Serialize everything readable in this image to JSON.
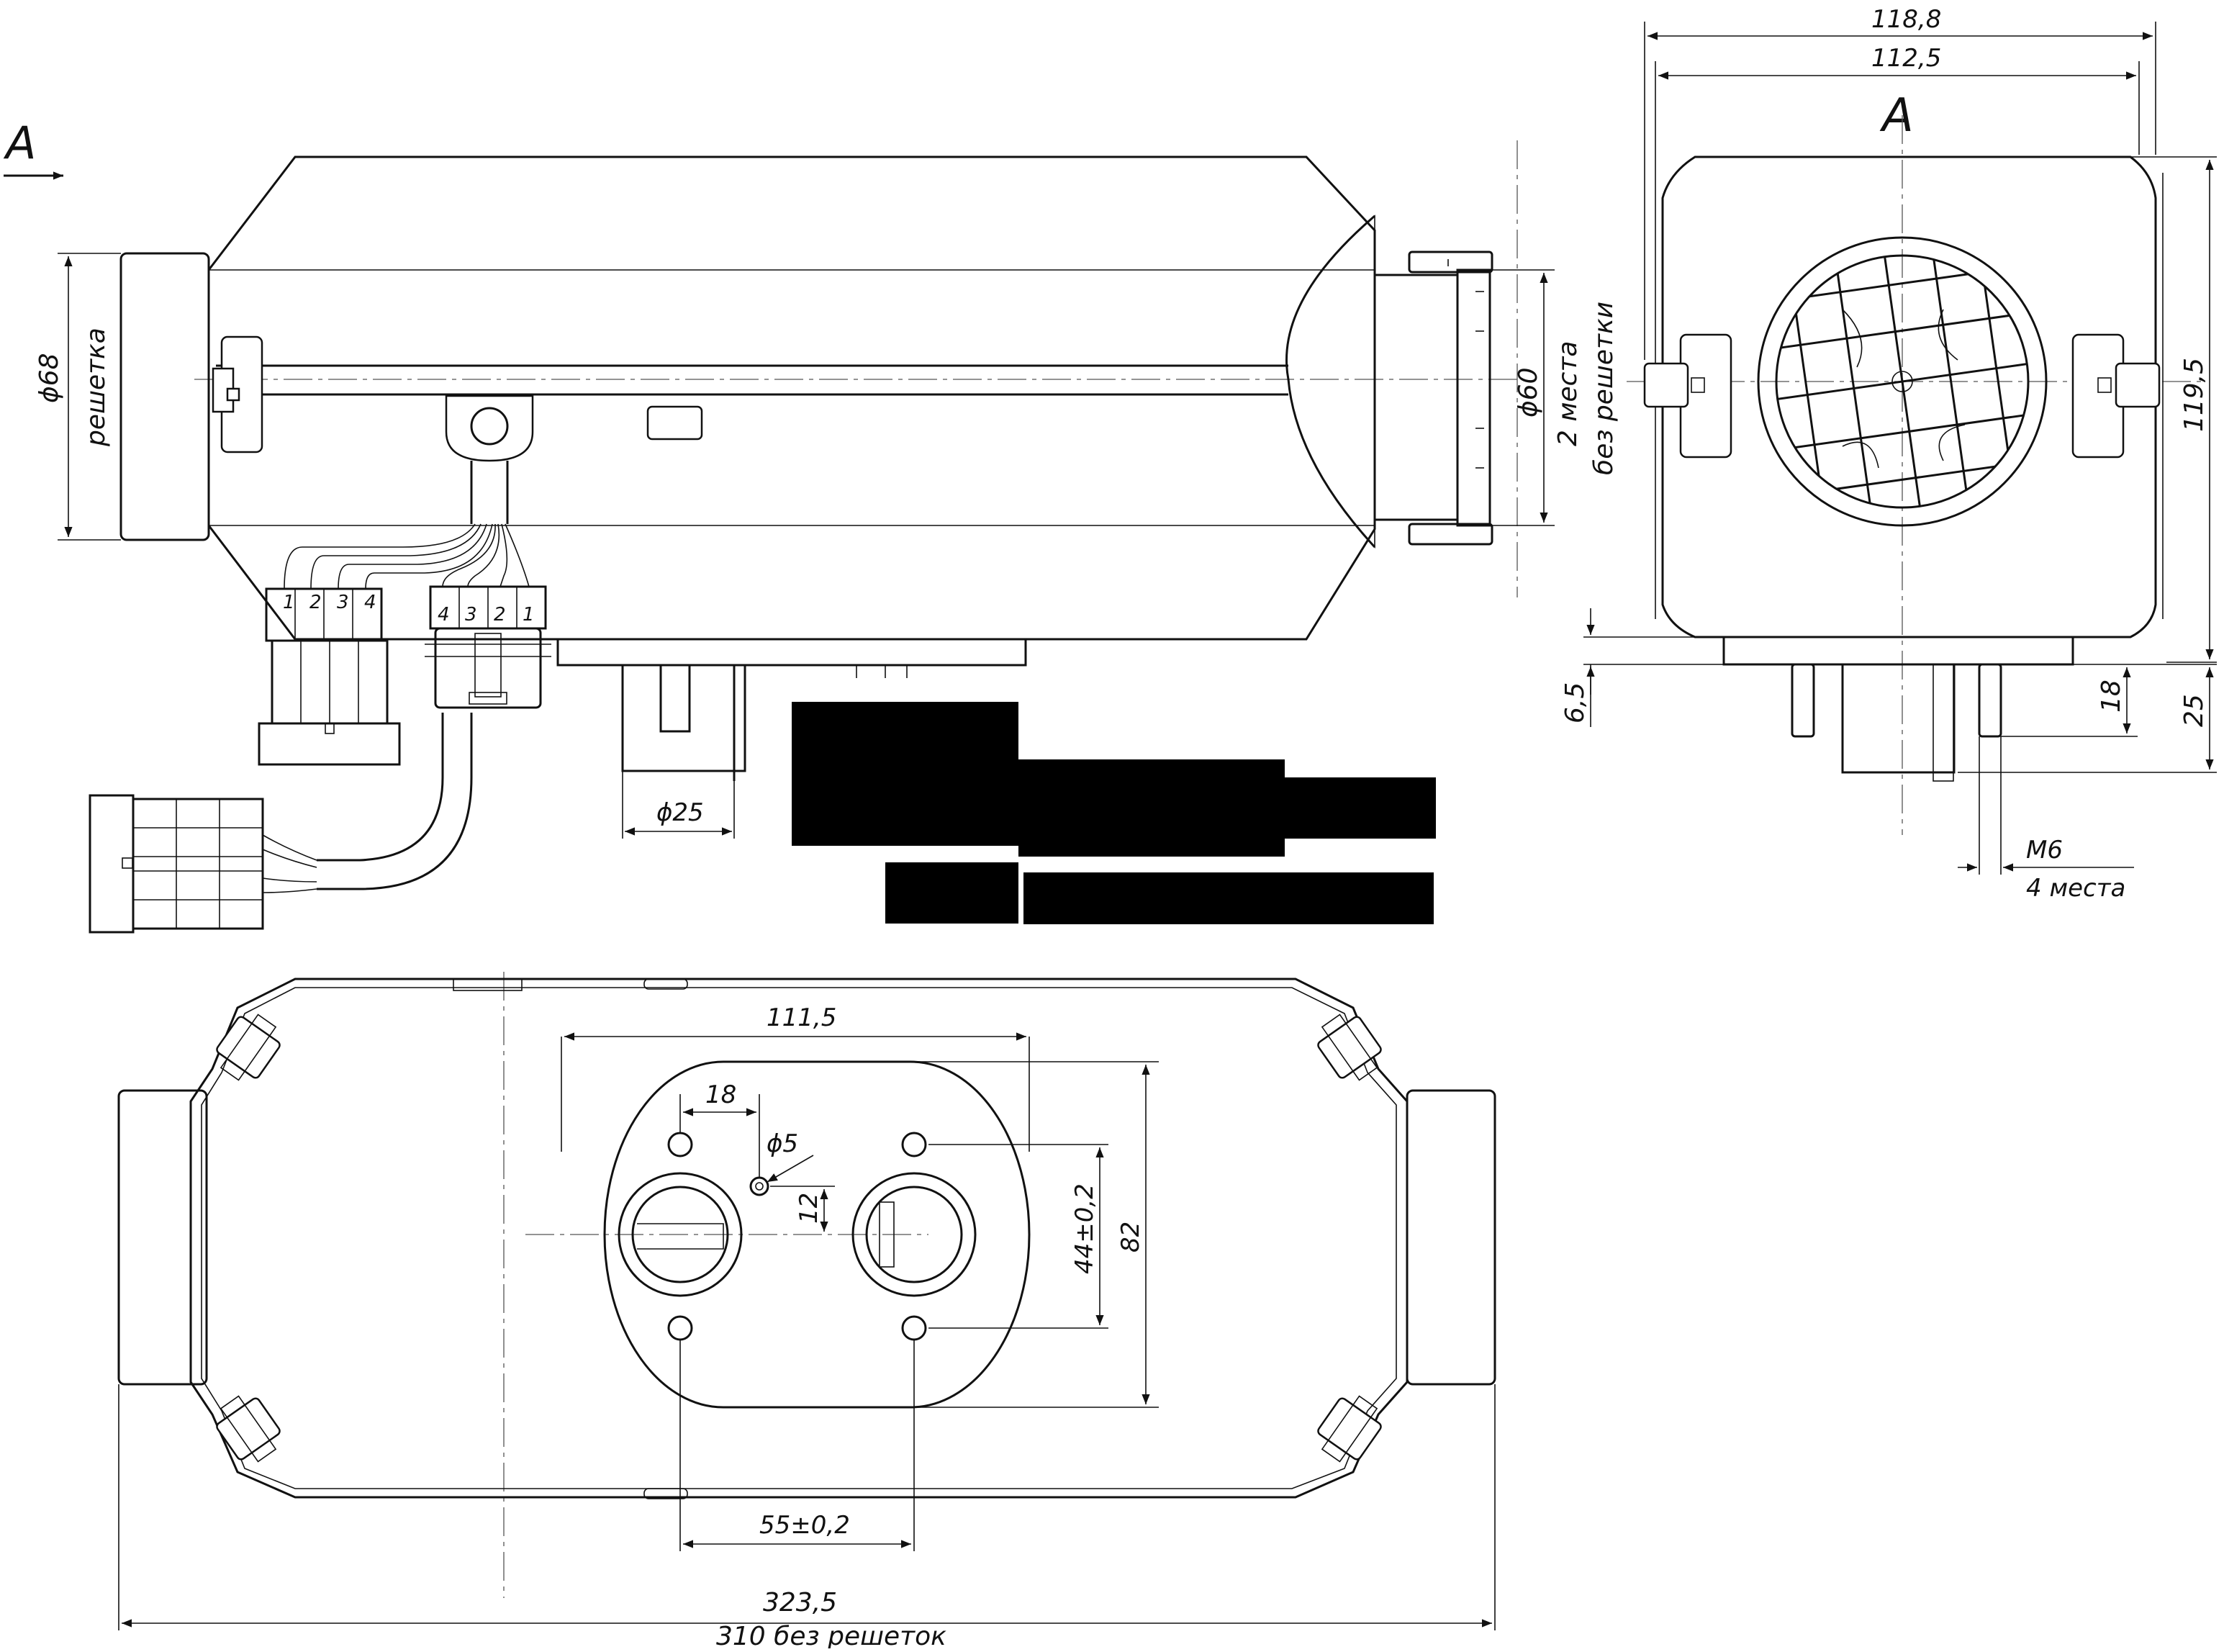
{
  "view": {
    "arrow_label": "A",
    "end_view_label": "A"
  },
  "side_view": {
    "dim_phi68": "ϕ68",
    "label_reshetka": "решетка",
    "dim_phi60": "ϕ60",
    "label_2_mesta": "2 места",
    "label_bez_reshetki": "без решетки",
    "dim_phi25": "ϕ25",
    "connector_a_pins": [
      "1",
      "2",
      "3",
      "4"
    ],
    "connector_b_pins": [
      "4",
      "3",
      "2",
      "1"
    ]
  },
  "end_view": {
    "dim_118_8": "118,8",
    "dim_112_5": "112,5",
    "dim_119_5": "119,5",
    "dim_6_5": "6,5",
    "dim_18": "18",
    "dim_25": "25",
    "thread": "M6",
    "thread_places": "4 места"
  },
  "bottom_view": {
    "dim_111_5": "111,5",
    "dim_18": "18",
    "dim_phi5": "ϕ5",
    "dim_12": "12",
    "dim_44": "44±0,2",
    "dim_82": "82",
    "dim_55": "55±0,2",
    "dim_323_5": "323,5",
    "dim_310": "310 без решеток"
  }
}
